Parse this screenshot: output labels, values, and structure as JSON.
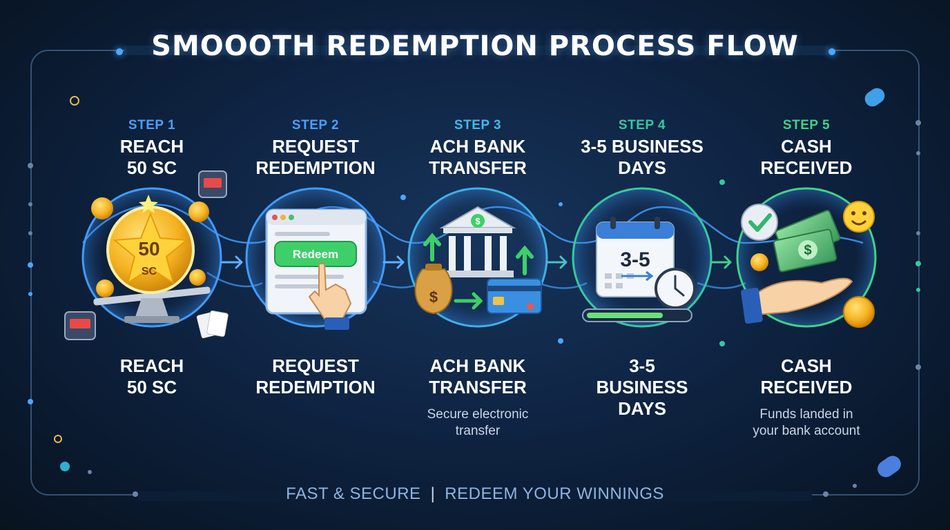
{
  "title": "SMOOOTH REDEMPTION PROCESS FLOW",
  "colors": {
    "step1": "#4aa0ff",
    "step2": "#4aa0ff",
    "step3": "#46b8e8",
    "step4": "#35c9a0",
    "step5": "#3fd488",
    "ring": "#3f9cff",
    "accent_green": "#3ecf6a"
  },
  "steps": [
    {
      "label": "STEP 1",
      "title": [
        "REACH",
        "50 SC"
      ],
      "bottom": [
        "REACH",
        "50 SC"
      ],
      "description": [],
      "icon": "star-coin-scale-icon",
      "coin_text": [
        "50",
        "SC"
      ]
    },
    {
      "label": "STEP 2",
      "title": [
        "REQUEST",
        "REDEMPTION"
      ],
      "bottom": [
        "REQUEST",
        "REDEMPTION"
      ],
      "description": [],
      "icon": "browser-redeem-click-icon",
      "button_text": "Redeem"
    },
    {
      "label": "STEP 3",
      "title": [
        "ACH BANK",
        "TRANSFER"
      ],
      "bottom": [
        "ACH BANK",
        "TRANSFER"
      ],
      "description": [
        "Secure electronic",
        "transfer"
      ],
      "icon": "bank-transfer-icon",
      "currency_symbol": "$"
    },
    {
      "label": "STEP 4",
      "title": [
        "3-5 BUSINESS",
        "DAYS"
      ],
      "bottom": [
        "3-5",
        "BUSINESS",
        "DAYS"
      ],
      "description": [],
      "icon": "calendar-clock-icon",
      "calendar_text": "3-5"
    },
    {
      "label": "STEP 5",
      "title": [
        "CASH",
        "RECEIVED"
      ],
      "bottom": [
        "CASH",
        "RECEIVED"
      ],
      "description": [
        "Funds landed in",
        "your bank account"
      ],
      "icon": "cash-hand-check-icon",
      "currency_symbol": "$"
    }
  ],
  "footer": {
    "left": "FAST & SECURE",
    "separator": "|",
    "right": "REDEEM YOUR WINNINGS"
  }
}
